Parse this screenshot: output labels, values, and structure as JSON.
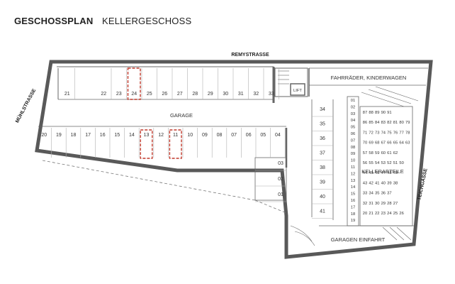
{
  "header": {
    "title": "GESCHOSSPLAN",
    "subtitle": "KELLERGESCHOSS"
  },
  "streets": {
    "top": "REMYSTRASSE",
    "left": "MÜHLSTRASSE",
    "right": "TEICHGASSE"
  },
  "labels": {
    "garage": "GARAGE",
    "bikes": "FAHRRÄDER, KINDERWAGEN",
    "lift": "LIFT",
    "storage": "KELLERABTEILE",
    "entrance": "GARAGEN EINFAHRT"
  },
  "top_row": [
    "21",
    "22",
    "23",
    "24",
    "25",
    "26",
    "27",
    "28",
    "29",
    "30",
    "31",
    "32",
    "33"
  ],
  "middle_row": [
    "20",
    "19",
    "18",
    "17",
    "16",
    "15",
    "14",
    "13",
    "12",
    "11",
    "10",
    "09",
    "08",
    "07",
    "06",
    "05",
    "04"
  ],
  "lower_left_column": [
    "03",
    "02",
    "01"
  ],
  "right_column": [
    "34",
    "35",
    "36",
    "37",
    "38",
    "39",
    "40",
    "41"
  ],
  "storage_column": [
    "01",
    "02",
    "03",
    "04",
    "05",
    "06",
    "07",
    "08",
    "09",
    "10",
    "11",
    "12",
    "13",
    "14",
    "15",
    "16",
    "17",
    "18",
    "19"
  ],
  "storage_rows": [
    [
      "87",
      "88",
      "89",
      "90",
      "91"
    ],
    [
      "86",
      "85",
      "84",
      "83",
      "82",
      "81",
      "80",
      "79"
    ],
    [
      "71",
      "72",
      "73",
      "74",
      "75",
      "76",
      "77",
      "78"
    ],
    [
      "70",
      "69",
      "68",
      "67",
      "66",
      "65",
      "64",
      "63"
    ],
    [
      "57",
      "58",
      "59",
      "60",
      "61",
      "62"
    ],
    [
      "56",
      "55",
      "54",
      "53",
      "52",
      "51",
      "50"
    ],
    [
      "44",
      "45",
      "46",
      "47",
      "48",
      "49"
    ],
    [
      "43",
      "42",
      "41",
      "40",
      "39",
      "38"
    ],
    [
      "33",
      "34",
      "35",
      "36",
      "37"
    ],
    [
      "32",
      "31",
      "30",
      "29",
      "28",
      "27"
    ],
    [
      "20",
      "21",
      "22",
      "23",
      "24",
      "25",
      "26"
    ]
  ],
  "highlighted_spaces": [
    "24",
    "13",
    "11"
  ],
  "colors": {
    "wall": "#595959",
    "line": "#9a9a9a",
    "highlight": "#c0392b"
  }
}
